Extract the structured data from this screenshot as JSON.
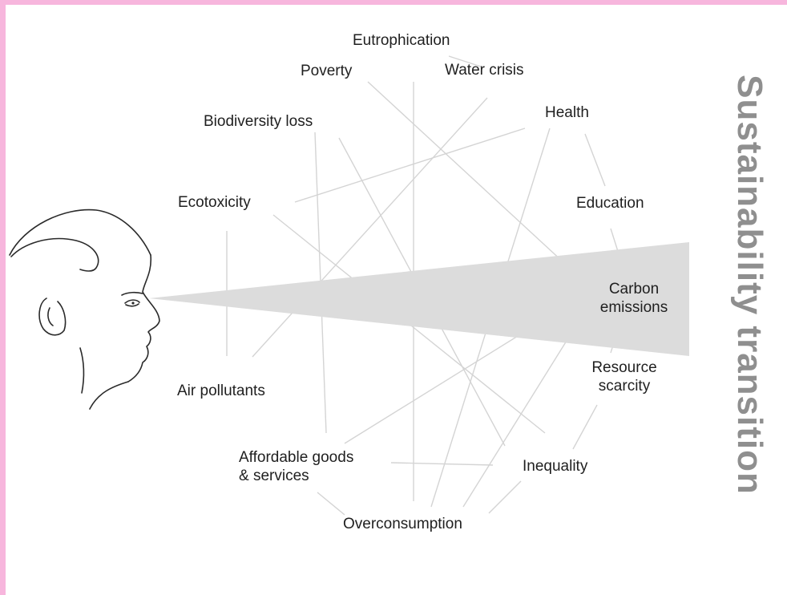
{
  "title": "Sustainability transition",
  "labels": {
    "eutrophication": "Eutrophication",
    "poverty": "Poverty",
    "water_crisis": "Water crisis",
    "biodiversity_loss": "Biodiversity loss",
    "health": "Health",
    "ecotoxicity": "Ecotoxicity",
    "education": "Education",
    "carbon_emissions_1": "Carbon",
    "carbon_emissions_2": "emissions",
    "resource_scarcity_1": "Resource",
    "resource_scarcity_2": "scarcity",
    "air_pollutants": "Air pollutants",
    "affordable_goods_1": "Affordable goods",
    "affordable_goods_2": "& services",
    "inequality": "Inequality",
    "overconsumption": "Overconsumption"
  },
  "colors": {
    "frame_border": "#f7b6dd",
    "connector_lines": "#d4d4d4",
    "vision_cone": "#dcdcdc",
    "title_text": "#8f8f8f",
    "label_text": "#1f1f1f",
    "face_outline": "#2a2a2a"
  },
  "icons": {
    "face": "human-head-profile-icon"
  }
}
